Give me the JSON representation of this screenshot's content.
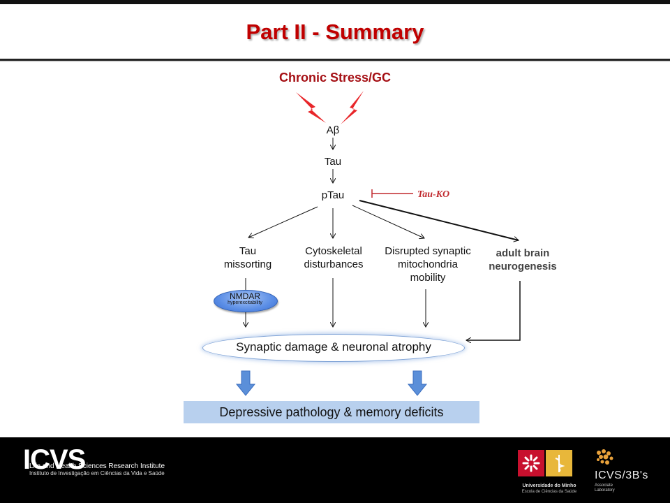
{
  "header": {
    "title": "Part II - Summary"
  },
  "diagram": {
    "stress_label": "Chronic Stress/GC",
    "node_abeta": "Aβ",
    "node_tau": "Tau",
    "node_ptau": "pTau",
    "inhibitor_label": "Tau-KO",
    "branch_1": {
      "line1": "Tau",
      "line2": "missorting"
    },
    "branch_2": {
      "line1": "Cytoskeletal",
      "line2": "disturbances"
    },
    "branch_3": {
      "line1": "Disrupted synaptic",
      "line2": "mitochondria",
      "line3": "mobility"
    },
    "branch_4": {
      "line1": "adult brain",
      "line2": "neurogenesis"
    },
    "nmdar": {
      "main": "NMDAR",
      "sub": "hyperexcitability"
    },
    "synaptic_outcome": "Synaptic damage & neuronal atrophy",
    "final_outcome": "Depressive pathology & memory deficits",
    "colors": {
      "stress": "#a50f14",
      "inhibitor": "#c0282d",
      "outcome_box": "#b8d0ee",
      "down_arrow": "#5b8fd9"
    }
  },
  "footer": {
    "icvs_logo": "ICVS",
    "icvs_line1": "Life and Health Sciences Research Institute",
    "icvs_line2": "Instituto de Investigação em Ciências da Vida e Saúde",
    "uminho_line1": "Universidade do Minho",
    "uminho_line2": "Escola de Ciências da Saúde",
    "b3_logo": "ICVS/3B's",
    "b3_line1": "Associate",
    "b3_line2": "Laboratory"
  }
}
